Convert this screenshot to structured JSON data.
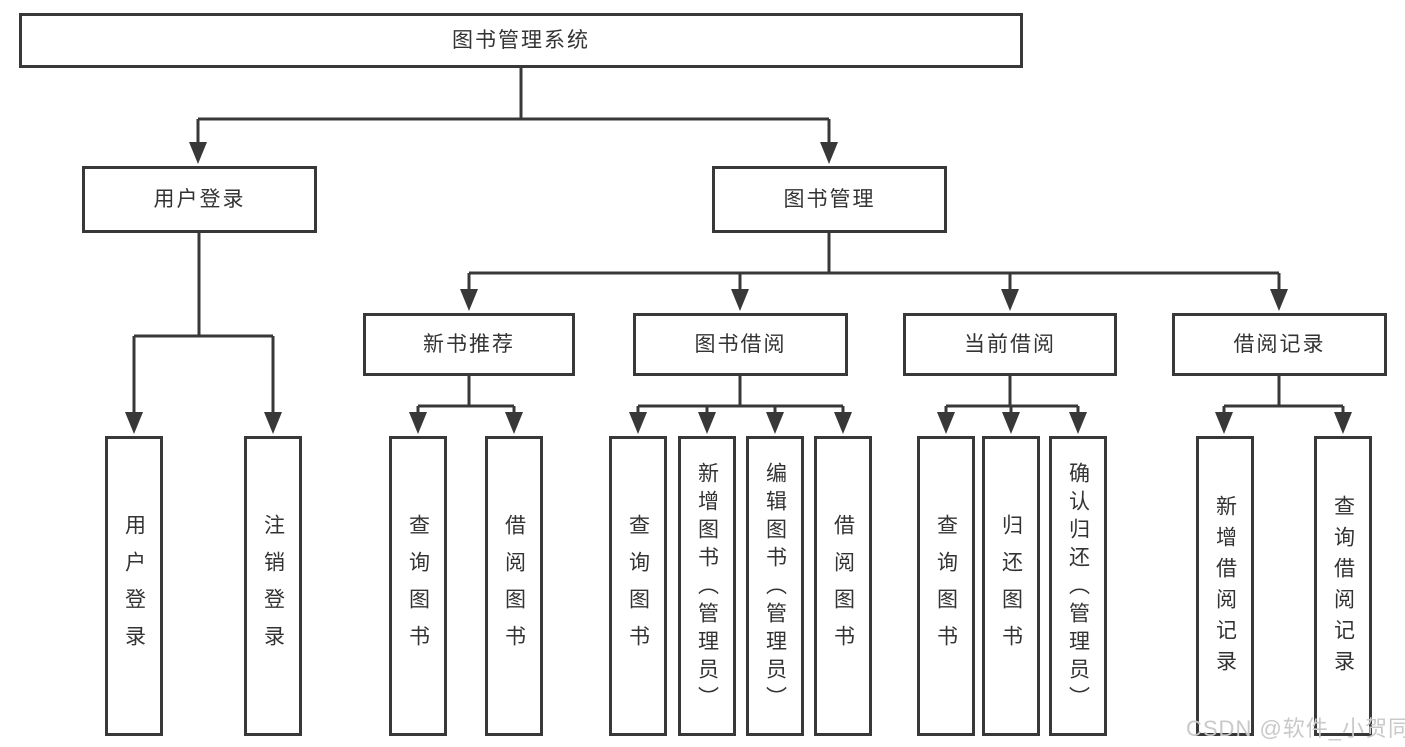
{
  "tree": {
    "root": {
      "label": "图书管理系统"
    },
    "branches": [
      {
        "label": "用户登录",
        "children": [
          {
            "label": "用户登录"
          },
          {
            "label": "注销登录"
          }
        ]
      },
      {
        "label": "图书管理",
        "sections": [
          {
            "label": "新书推荐",
            "children": [
              {
                "label": "查询图书"
              },
              {
                "label": "借阅图书"
              }
            ]
          },
          {
            "label": "图书借阅",
            "children": [
              {
                "label": "查询图书"
              },
              {
                "label": "新增图书（管理员）"
              },
              {
                "label": "编辑图书（管理员）"
              },
              {
                "label": "借阅图书"
              }
            ]
          },
          {
            "label": "当前借阅",
            "children": [
              {
                "label": "查询图书"
              },
              {
                "label": "归还图书"
              },
              {
                "label": "确认归还（管理员）"
              }
            ]
          },
          {
            "label": "借阅记录",
            "children": [
              {
                "label": "新增借阅记录"
              },
              {
                "label": "查询借阅记录"
              }
            ]
          }
        ]
      }
    ]
  },
  "colors": {
    "line": "#383838",
    "text": "#333333",
    "watermark": "#c9c9c9",
    "background": "#ffffff"
  },
  "watermark": "CSDN @软件_小贺同学"
}
